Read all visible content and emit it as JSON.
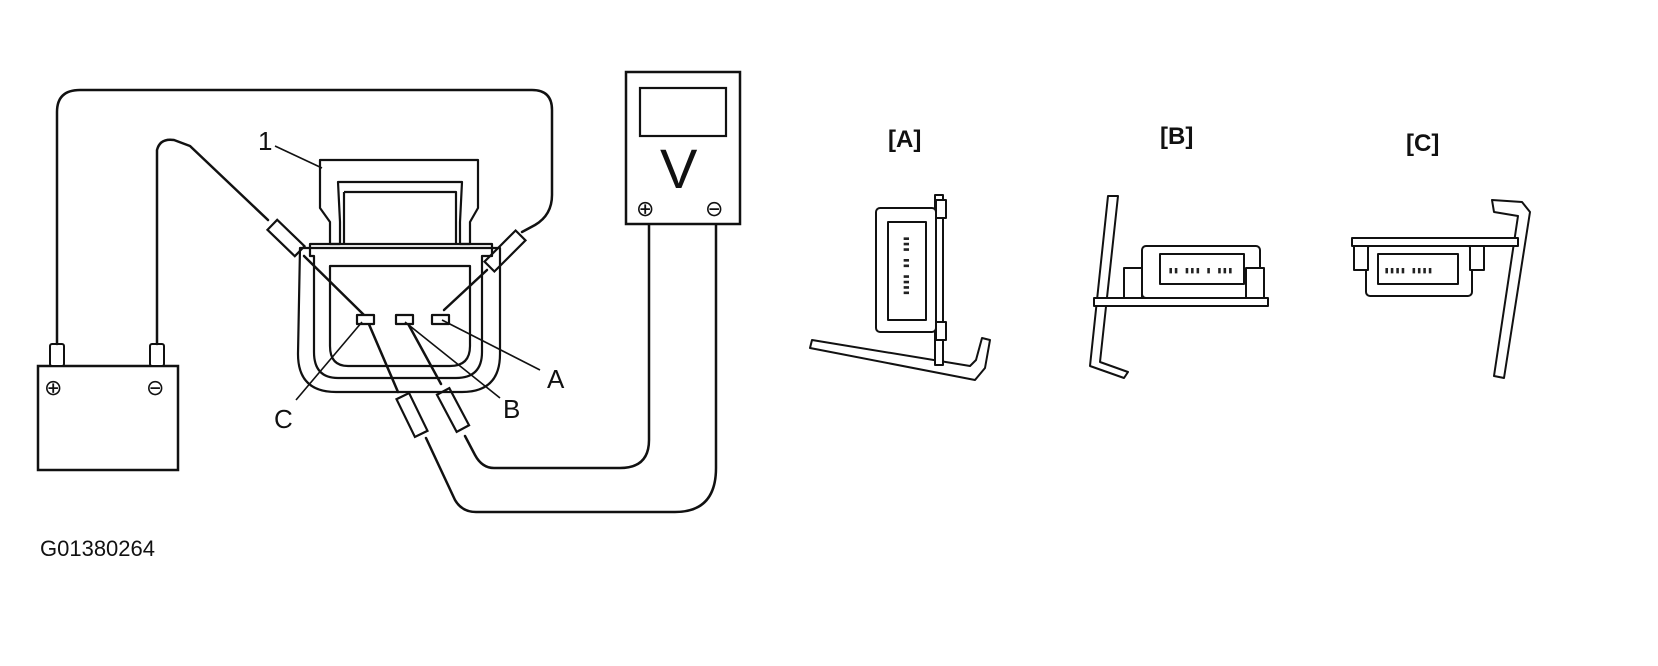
{
  "labels": {
    "part_1": "1",
    "terminal_a": "A",
    "terminal_b": "B",
    "terminal_c": "C",
    "battery_pos": "⊕",
    "battery_neg": "⊖",
    "meter_symbol": "V",
    "meter_pos": "⊕",
    "meter_neg": "⊖"
  },
  "views": {
    "a": "[A]",
    "b": "[B]",
    "c": "[C]"
  },
  "figure_code": "G01380264"
}
